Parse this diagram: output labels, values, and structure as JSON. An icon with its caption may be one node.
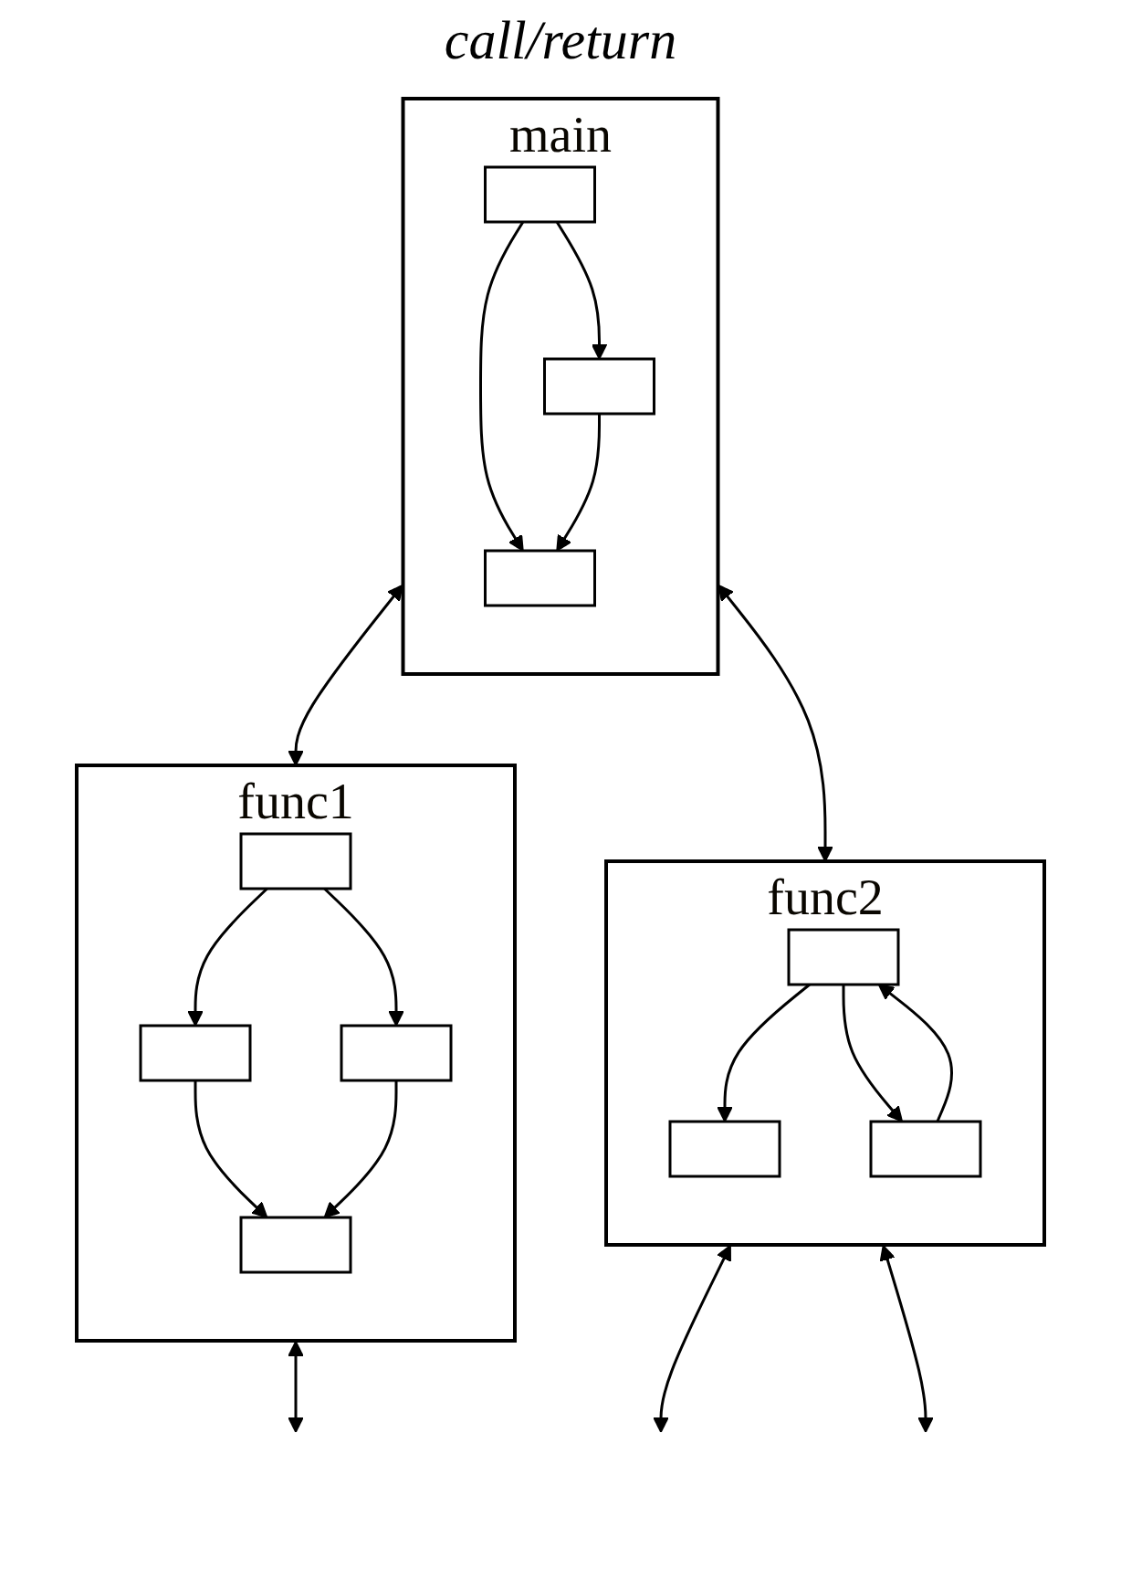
{
  "diagram": {
    "nodes": [
      {
        "text": [
          "main"
        ]
      },
      {
        "text": [],
        "shape": "box",
        "in": 0
      },
      {
        "text": [],
        "shape": "box",
        "in": 0
      },
      {
        "text": [],
        "shape": "box",
        "in": 0
      },
      {
        "text": [
          "func1"
        ]
      },
      {
        "text": [],
        "shape": "box",
        "in": 4
      },
      {
        "text": [],
        "shape": "box",
        "in": 4
      },
      {
        "text": [],
        "shape": "box",
        "in": 4
      },
      {
        "text": [],
        "shape": "box",
        "in": 4
      },
      {
        "text": [
          "func2"
        ]
      },
      {
        "text": [],
        "shape": "box",
        "in": 9
      },
      {
        "text": [],
        "shape": "box",
        "in": 9
      },
      {
        "text": [],
        "shape": "box",
        "in": 9
      }
    ],
    "edges": [
      {
        "from": 1,
        "to": 2,
        "arrow": "to"
      },
      {
        "from": 1,
        "to": 3,
        "arrow": "to"
      },
      {
        "from": 2,
        "to": 3,
        "arrow": "to"
      },
      {
        "from": 5,
        "to": 6,
        "arrow": "to"
      },
      {
        "from": 5,
        "to": 7,
        "arrow": "to"
      },
      {
        "from": 6,
        "to": 8,
        "arrow": "to"
      },
      {
        "from": 7,
        "to": 8,
        "arrow": "to"
      },
      {
        "from": 10,
        "to": 11,
        "arrow": "to"
      },
      {
        "from": 10,
        "to": 12,
        "arrow": "to"
      },
      {
        "from": 12,
        "to": 10,
        "arrow": "to"
      },
      {
        "from": 0,
        "to": 4,
        "arrow": "both"
      },
      {
        "from": 0,
        "to": 9,
        "arrow": "both"
      },
      {
        "from": 4,
        "to": null,
        "arrow": "both"
      },
      {
        "from": 9,
        "to": null,
        "arrow": "both"
      },
      {
        "from": 9,
        "to": null,
        "arrow": "both"
      }
    ],
    "labels": [
      "call/return"
    ]
  }
}
